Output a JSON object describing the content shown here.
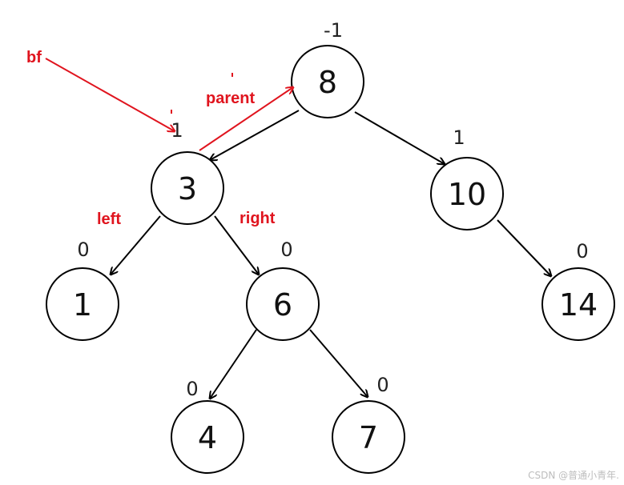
{
  "tree": {
    "nodes": [
      {
        "key": "8",
        "bf": "-1"
      },
      {
        "key": "3",
        "bf": "1"
      },
      {
        "key": "10",
        "bf": "1"
      },
      {
        "key": "1",
        "bf": "0"
      },
      {
        "key": "6",
        "bf": "0"
      },
      {
        "key": "14",
        "bf": "0"
      },
      {
        "key": "4",
        "bf": "0"
      },
      {
        "key": "7",
        "bf": "0"
      }
    ]
  },
  "annotations": {
    "bf": "bf",
    "parent": "parent",
    "left": "left",
    "right": "right"
  },
  "colors": {
    "annotation": "#e0141e",
    "edge": "#000000"
  },
  "watermark": "CSDN @普通小青年."
}
